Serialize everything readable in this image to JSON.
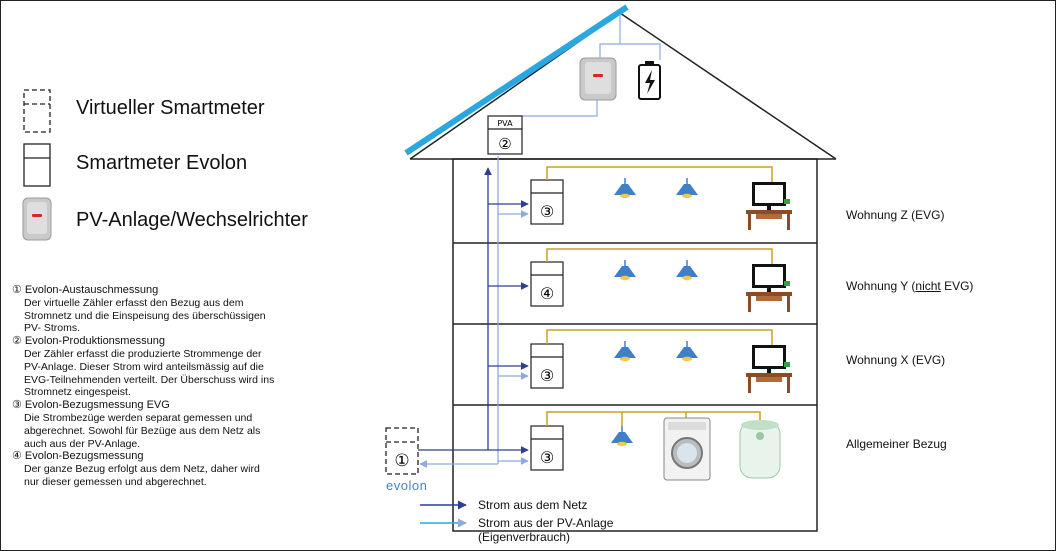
{
  "legend": {
    "virtual_meter": "Virtueller Smartmeter",
    "smartmeter": "Smartmeter Evolon",
    "pv": "PV-Anlage/Wechselrichter"
  },
  "notes": [
    {
      "head": "① Evolon-Austauschmessung",
      "lines": [
        "Der virtuelle Zähler erfasst den Bezug aus dem",
        "Stromnetz und die Einspeisung des überschüssigen",
        "PV- Stroms."
      ]
    },
    {
      "head": "② Evolon-Produktionsmessung",
      "lines": [
        "Der Zähler erfasst die produzierte Strommenge der",
        "PV-Anlage. Dieser Strom wird anteilsmässig auf die",
        "EVG-Teilnehmenden verteilt. Der Überschuss wird ins",
        "Stromnetz eingespeist."
      ]
    },
    {
      "head": "③ Evolon-Bezugsmessung  EVG",
      "lines": [
        "Die Strombezüge werden separat gemessen und",
        "abgerechnet. Sowohl für Bezüge aus dem Netz als",
        "auch aus der PV-Anlage."
      ]
    },
    {
      "head": "④ Evolon-Bezugsmessung",
      "lines": [
        "Der ganze Bezug erfolgt aus dem Netz, daher wird",
        "nur dieser gemessen und abgerechnet."
      ]
    }
  ],
  "apartments": {
    "z": "Wohnung Z (EVG)",
    "y_pre": "Wohnung Y (",
    "y_under": "nicht",
    "y_post": " EVG)",
    "x": "Wohnung X (EVG)",
    "general": "Allgemeiner  Bezug"
  },
  "meters": {
    "pva_label": "PVA",
    "pva_num": "②",
    "floor_z": "③",
    "floor_y": "④",
    "floor_x": "③",
    "floor_general": "③",
    "virtual": "①"
  },
  "brand": "evolon",
  "arrows": {
    "grid": "Strom aus dem Netz",
    "pv_line1": "Strom aus der PV-Anlage",
    "pv_line2": "(Eigenverbrauch)"
  },
  "colors": {
    "grid_arrow": "#2e3f8f",
    "pv_arrow": "#8eaadf",
    "solar_panel": "#29a8e0",
    "wire": "#c9a227",
    "lamp": "#3f7fc7"
  }
}
